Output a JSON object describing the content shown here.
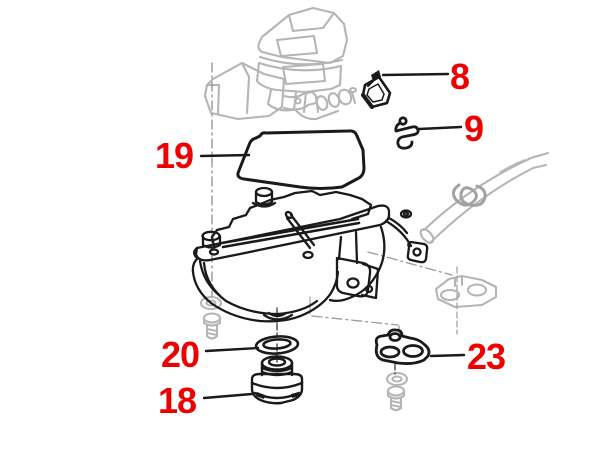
{
  "diagram": {
    "description": "exploded parts diagram of a carburetor float bowl assembly",
    "colors": {
      "callout_red": "#ee0000",
      "part_line_black": "#1a1a1a",
      "reference_gray": "#b5b5b5",
      "background": "#ffffff"
    },
    "callouts": [
      {
        "number": "8",
        "part": "float-needle-valve"
      },
      {
        "number": "9",
        "part": "needle-valve-clip"
      },
      {
        "number": "18",
        "part": "drain-plug"
      },
      {
        "number": "19",
        "part": "float-bowl-gasket"
      },
      {
        "number": "20",
        "part": "o-ring"
      },
      {
        "number": "23",
        "part": "cable-bracket"
      }
    ]
  }
}
